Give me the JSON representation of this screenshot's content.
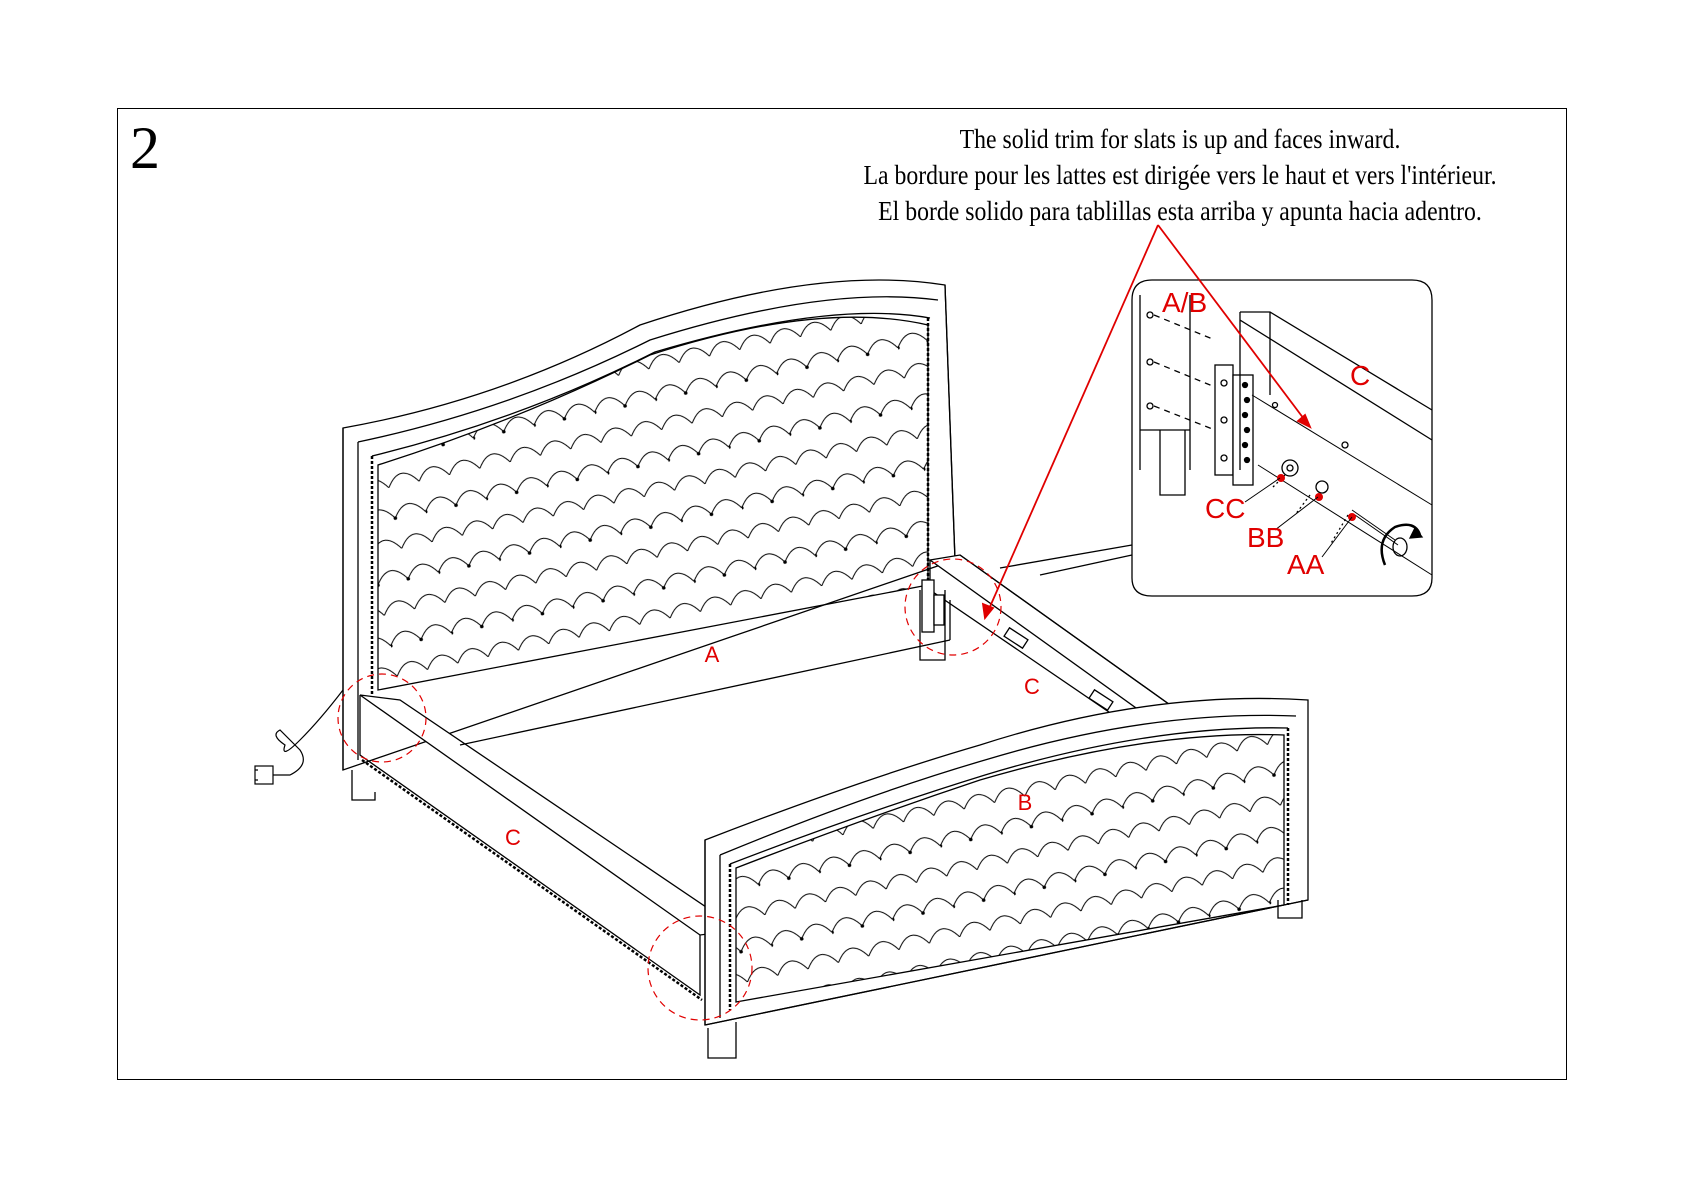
{
  "step": {
    "number": "2"
  },
  "instructions": {
    "english": "The solid trim for slats is up and faces inward.",
    "french": "La bordure pour les lattes est dirigée vers le haut et vers l'intérieur.",
    "spanish": "El borde solido para tablillas esta arriba y apunta hacia adentro."
  },
  "labels": {
    "headboard": "A",
    "footboard": "B",
    "side_rail_left": "C",
    "side_rail_right": "C",
    "detail_ab": "A/B",
    "detail_c": "C",
    "cc": "CC",
    "bb": "BB",
    "aa": "AA"
  },
  "colors": {
    "label": "#e00000",
    "line": "#000000",
    "callout": "#e00000"
  }
}
